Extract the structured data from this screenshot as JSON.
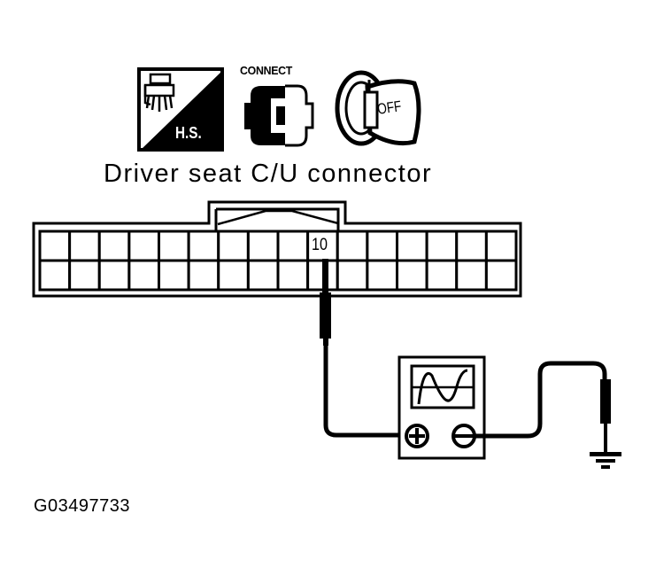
{
  "diagram": {
    "title": "Driver seat C/U connector",
    "figure_code": "G03497733",
    "icons": [
      {
        "name": "harness-side-icon",
        "label": "H.S."
      },
      {
        "name": "connect-icon",
        "label": "CONNECT"
      },
      {
        "name": "ignition-off-icon",
        "label": "OFF"
      }
    ],
    "connector": {
      "columns": 16,
      "rows": 2,
      "probed_pin": {
        "label": "10",
        "column": 10,
        "row": 1
      }
    },
    "instrument": {
      "type": "oscilloscope",
      "positive_terminal": "+",
      "negative_terminal": "−"
    },
    "ground": "ground-symbol"
  }
}
